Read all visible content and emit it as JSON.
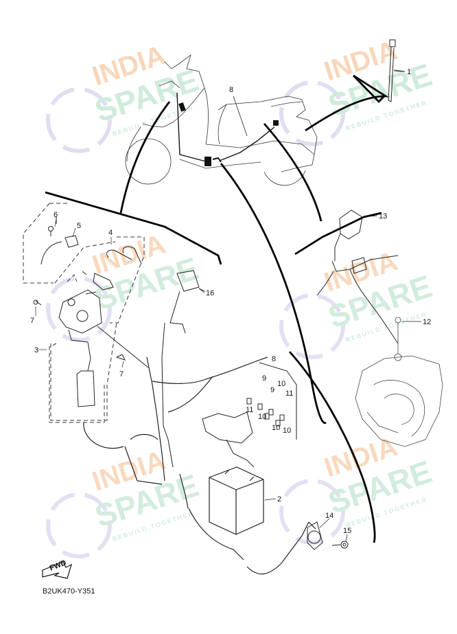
{
  "diagram": {
    "code": "B2UK470-Y351",
    "fwd_label": "FWD",
    "callouts": [
      {
        "id": "c1",
        "label": "1"
      },
      {
        "id": "c2",
        "label": "2"
      },
      {
        "id": "c3",
        "label": "3"
      },
      {
        "id": "c4",
        "label": "4"
      },
      {
        "id": "c5",
        "label": "5"
      },
      {
        "id": "c6",
        "label": "6"
      },
      {
        "id": "c7a",
        "label": "7"
      },
      {
        "id": "c7b",
        "label": "7"
      },
      {
        "id": "c8a",
        "label": "8"
      },
      {
        "id": "c8b",
        "label": "8"
      },
      {
        "id": "c9a",
        "label": "9"
      },
      {
        "id": "c9b",
        "label": "9"
      },
      {
        "id": "c10a",
        "label": "10"
      },
      {
        "id": "c10b",
        "label": "10"
      },
      {
        "id": "c10c",
        "label": "10"
      },
      {
        "id": "c10d",
        "label": "10"
      },
      {
        "id": "c11a",
        "label": "11"
      },
      {
        "id": "c11b",
        "label": "11"
      },
      {
        "id": "c12",
        "label": "12"
      },
      {
        "id": "c13",
        "label": "13"
      },
      {
        "id": "c14",
        "label": "14"
      },
      {
        "id": "c15",
        "label": "15"
      },
      {
        "id": "c16",
        "label": "16"
      }
    ]
  },
  "watermark": {
    "line1": "INDIA",
    "line2": "SPARE",
    "tagline": "REBUILD TOGETHER",
    "accent_orange": "#f7c9a3",
    "accent_green": "#bfe5cf",
    "accent_purple": "#d8d3ee"
  }
}
